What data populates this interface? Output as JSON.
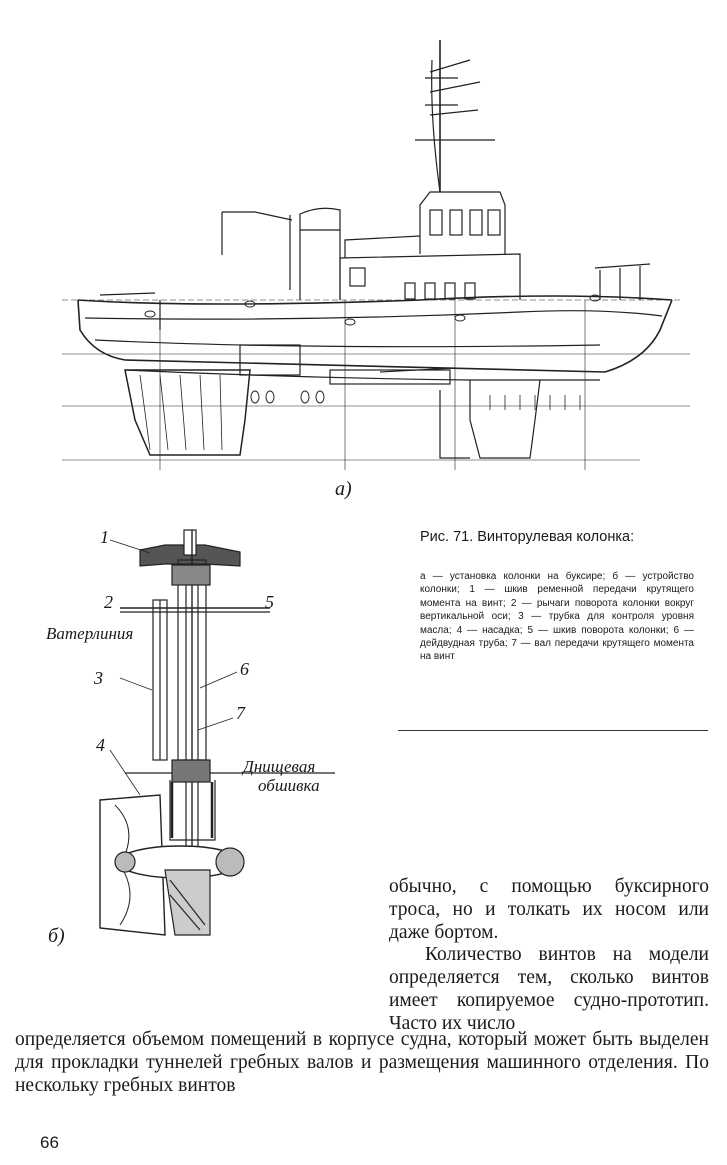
{
  "figure": {
    "part_a_label": "а)",
    "part_b_label": "б)",
    "callouts": [
      "1",
      "2",
      "3",
      "4",
      "5",
      "6",
      "7"
    ],
    "waterline_label": "Ватерлиния",
    "bottom_plating_label_1": "Днищевая",
    "bottom_plating_label_2": "обшивка"
  },
  "caption": {
    "title": "Рис. 71. Винторулевая колонка:",
    "body": "а — установка колонки на буксире; б — устройство колонки; 1 — шкив ременной передачи крутящего момента на винт; 2 — рычаги поворота колонки вокруг вертикальной оси; 3 — трубка для контроля уровня масла; 4 — насадка; 5 — шкив поворота колонки; 6 — дейдвудная труба; 7 — вал передачи крутящего момента на винт"
  },
  "text": {
    "right_column_p1": "обычно, с помощью буксирного троса, но и толкать их носом или даже бортом.",
    "right_column_p2": "Количество винтов на модели определяется тем, сколько винтов имеет копируемое судно-прототип. Часто их число",
    "full_width": "определяется объемом помещений в корпусе судна, который может быть выделен для прокладки туннелей гребных валов и размещения машинного отделения. По нескольку гребных винтов"
  },
  "page_number": "66"
}
